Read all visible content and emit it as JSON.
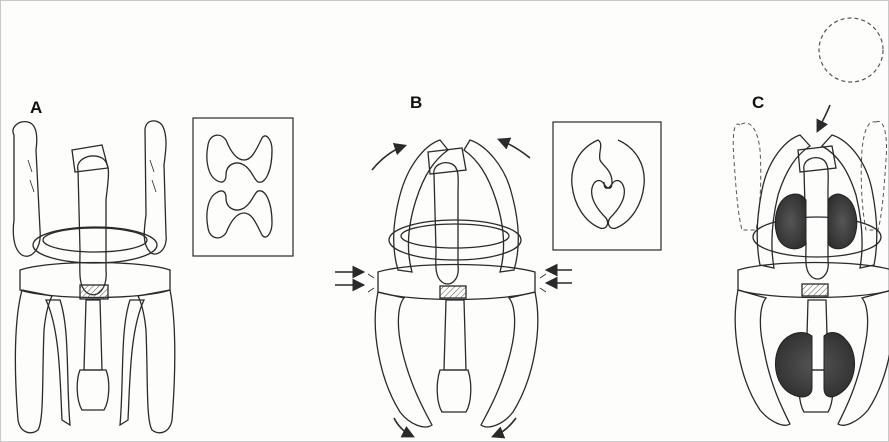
{
  "figure": {
    "panels": [
      {
        "id": "A",
        "label": "A"
      },
      {
        "id": "B",
        "label": "B"
      },
      {
        "id": "C",
        "label": "C"
      }
    ],
    "colors": {
      "ink": "#2a2a2a",
      "shade": "#3a3a3a",
      "dashed": "#555555",
      "paper": "#fdfdfc"
    }
  }
}
